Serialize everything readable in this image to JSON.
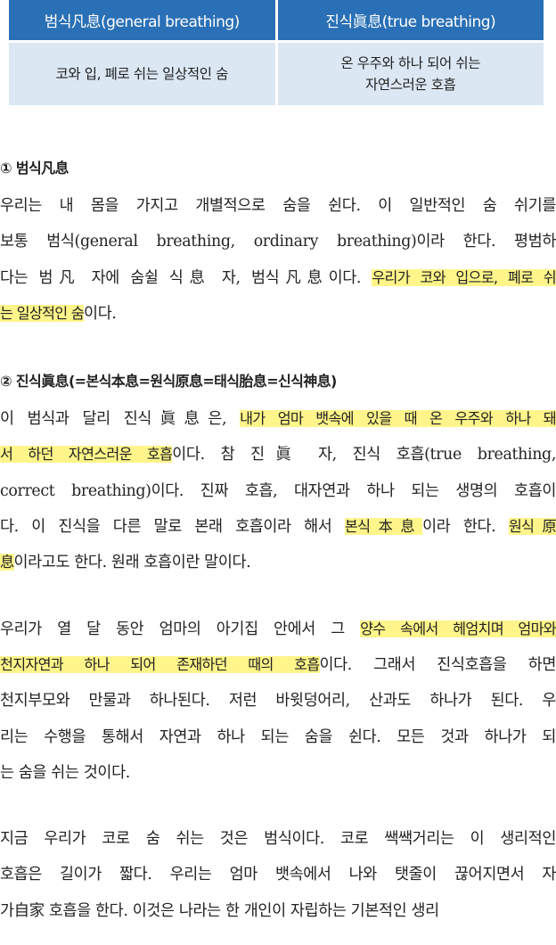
{
  "table": {
    "headers": [
      "범식凡息(general breathing)",
      "진식眞息(true breathing)"
    ],
    "cells": [
      [
        "코와 입, 폐로 쉬는 일상적인 숨"
      ],
      [
        "온 우주와 하나 되어 쉬는",
        "자연스러운 호흡"
      ]
    ]
  },
  "section1": {
    "title": "① 범식凡息",
    "lines": [
      [
        {
          "t": "우리는 내 몸을 가지고 개별적으로 숨을 쉰다. 이 일반적인 숨 쉬기를"
        }
      ],
      [
        {
          "t": "보통 범식(general breathing, ordinary breathing)이라 한다. 평범하"
        }
      ],
      [
        {
          "t": "다는 범凡 자에 숨쉴 식息 자, 범식凡息이다. "
        },
        {
          "t": "우리가 코와 입으로, 폐로 쉬",
          "hl": true
        }
      ],
      [
        {
          "t": "는 일상적인 숨",
          "hl": true
        },
        {
          "t": "이다."
        }
      ]
    ]
  },
  "section2": {
    "title": "② 진식眞息(=본식本息=원식原息=태식胎息=신식神息)",
    "lines": [
      [
        {
          "t": "이 범식과 달리 진식眞息은, "
        },
        {
          "t": "내가 엄마 뱃속에 있을 때 온 우주와 하나 돼",
          "hl": true
        }
      ],
      [
        {
          "t": "서 하던 자연스러운 호흡",
          "hl": true
        },
        {
          "t": "이다. 참 진眞 자, 진식 호흡(true breathing,"
        }
      ],
      [
        {
          "t": "correct breathing)이다. 진짜 호흡, 대자연과 하나 되는 생명의 호흡이"
        }
      ],
      [
        {
          "t": "다. 이 진식을 다른 말로 본래 호흡이라 해서 "
        },
        {
          "t": "본식本息",
          "hl": true
        },
        {
          "t": "이라 한다. "
        },
        {
          "t": "원식原",
          "hl": true
        }
      ],
      [
        {
          "t": "息",
          "hl": true
        },
        {
          "t": "이라고도 한다. 원래 호흡이란 말이다."
        }
      ]
    ]
  },
  "paragraph3": {
    "lines": [
      [
        {
          "t": "우리가 열 달 동안 엄마의 아기집 안에서 그 "
        },
        {
          "t": "양수 속에서 헤엄치며 엄마와",
          "hl": true
        }
      ],
      [
        {
          "t": "천지자연과 하나 되어 존재하던 때의 호흡",
          "hl": true
        },
        {
          "t": "이다. 그래서 진식호흡을 하면"
        }
      ],
      [
        {
          "t": "천지부모와 만물과 하나된다. 저런 바윗덩어리, 산과도 하나가 된다. 우"
        }
      ],
      [
        {
          "t": "리는 수행을 통해서 자연과 하나 되는 숨을 쉰다. 모든 것과 하나가 되"
        }
      ],
      [
        {
          "t": "는 숨을 쉬는 것이다."
        }
      ]
    ]
  },
  "paragraph4": {
    "lines": [
      [
        {
          "t": "지금 우리가 코로 숨 쉬는 것은 범식이다. 코로 쌕쌕거리는 이 생리적인"
        }
      ],
      [
        {
          "t": "호흡은 길이가 짧다. 우리는 엄마 뱃속에서 나와 탯줄이 끊어지면서 자"
        }
      ],
      [
        {
          "t": "가自家 호흡을 한다. 이것은 나라는 한 개인이 자립하는 기본적인 생리"
        }
      ]
    ]
  },
  "colors": {
    "header_bg": "#2a70b6",
    "cell_bg": "#dce7f4",
    "highlight": "#fff58a"
  }
}
